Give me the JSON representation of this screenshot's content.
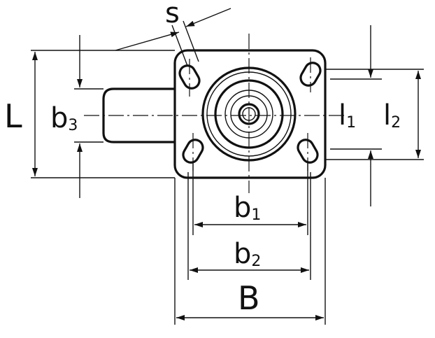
{
  "dimensions": {
    "L": {
      "main": "L",
      "sub": ""
    },
    "b3": {
      "main": "b",
      "sub": "3"
    },
    "s": {
      "main": "s",
      "sub": ""
    },
    "l1": {
      "main": "l",
      "sub": "1"
    },
    "l2": {
      "main": "l",
      "sub": "2"
    },
    "b1": {
      "main": "b",
      "sub": "1"
    },
    "b2": {
      "main": "b",
      "sub": "2"
    },
    "B": {
      "main": "B",
      "sub": ""
    }
  }
}
